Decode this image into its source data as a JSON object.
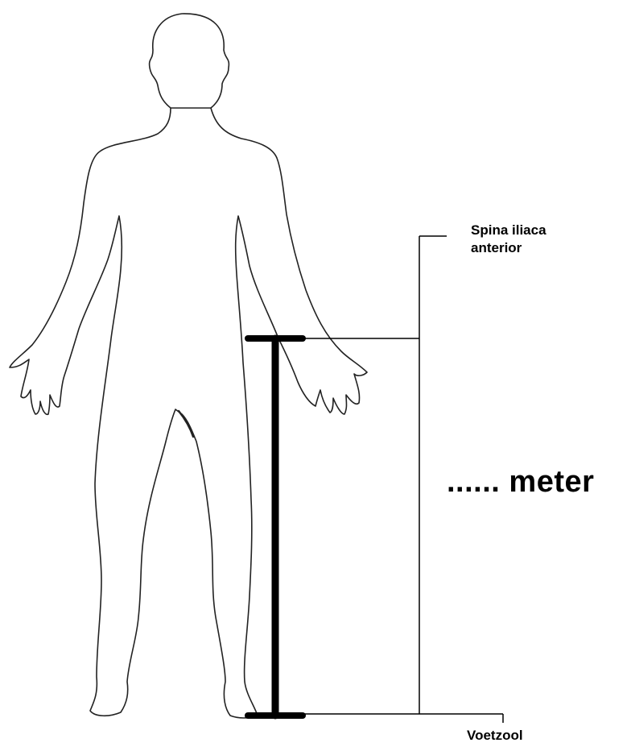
{
  "labels": {
    "upper_reference_line1": "Spina iliaca",
    "upper_reference_line2": "anterior",
    "lower_reference": "Voetzool",
    "measurement": "...... meter"
  },
  "colors": {
    "outline": "#222222",
    "measure_bar": "#000000",
    "background": "#ffffff"
  }
}
